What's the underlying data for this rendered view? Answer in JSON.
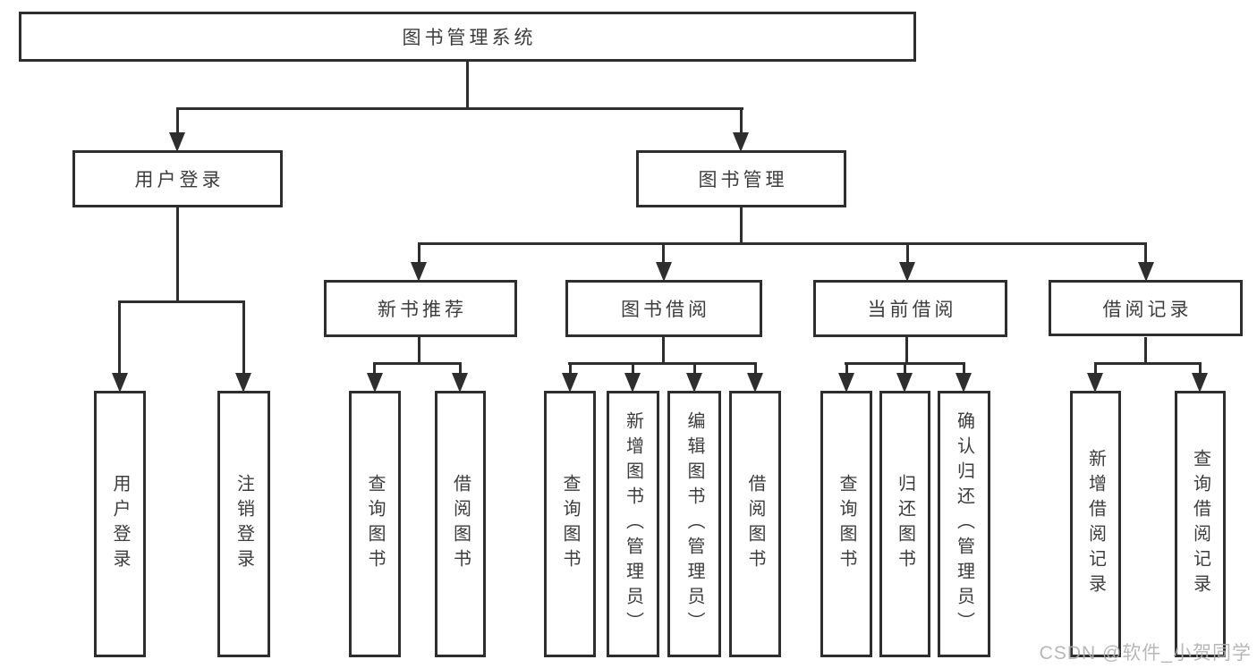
{
  "nodes": {
    "root": "图书管理系统",
    "user_login": "用户登录",
    "book_management": "图书管理",
    "new_book_recommend": "新书推荐",
    "book_borrowing": "图书借阅",
    "current_borrowing": "当前借阅",
    "borrowing_records": "借阅记录",
    "user_login_leaf": "用户登录",
    "logout": "注销登录",
    "rec_query_books": "查询图书",
    "rec_borrow_books": "借阅图书",
    "bb_query_books": "查询图书",
    "bb_add_books": "新增图书（管理员）",
    "bb_edit_books": "编辑图书（管理员）",
    "bb_borrow_books": "借阅图书",
    "cb_query_books": "查询图书",
    "cb_return_books": "归还图书",
    "cb_confirm_return": "确认归还（管理员）",
    "br_add_record": "新增借阅记录",
    "br_query_record": "查询借阅记录"
  },
  "hierarchy": {
    "图书管理系统": {
      "用户登录": [
        "用户登录",
        "注销登录"
      ],
      "图书管理": {
        "新书推荐": [
          "查询图书",
          "借阅图书"
        ],
        "图书借阅": [
          "查询图书",
          "新增图书（管理员）",
          "编辑图书（管理员）",
          "借阅图书"
        ],
        "当前借阅": [
          "查询图书",
          "归还图书",
          "确认归还（管理员）"
        ],
        "借阅记录": [
          "新增借阅记录",
          "查询借阅记录"
        ]
      }
    }
  },
  "watermark": "CSDN @软件_小贺同学",
  "colors": {
    "line": "#2e2e2e",
    "text": "#3d3d3d",
    "watermark": "#b0b0b0",
    "background": "#ffffff"
  }
}
